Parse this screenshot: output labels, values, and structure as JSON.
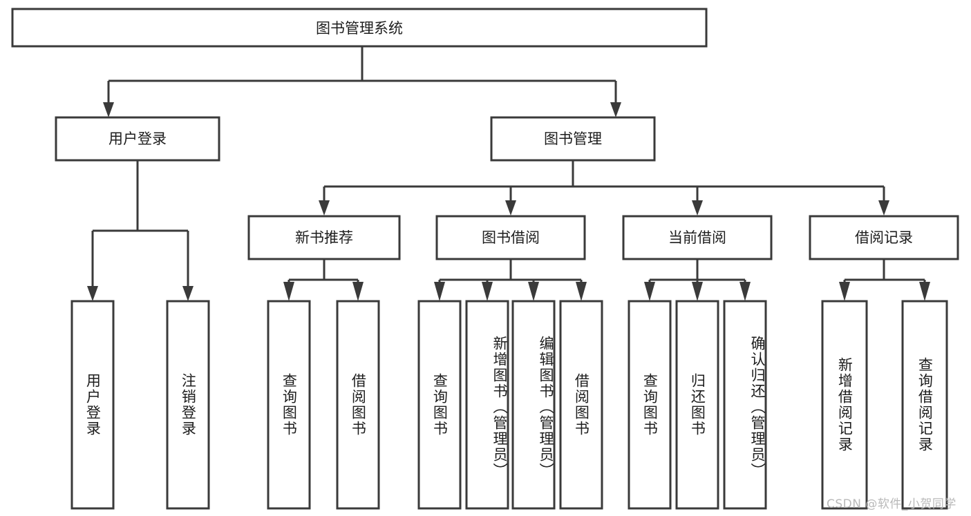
{
  "diagram": {
    "title": "图书管理系统",
    "type": "tree-hierarchy-chart",
    "colors": {
      "box_stroke": "#3a3a3a",
      "box_fill": "#ffffff",
      "text": "#1d1d1d",
      "connector": "#3a3a3a",
      "watermark": "#b9b9b9",
      "background": "#ffffff"
    },
    "root": {
      "label": "图书管理系统"
    },
    "level2": [
      {
        "label": "用户登录"
      },
      {
        "label": "图书管理"
      }
    ],
    "level3": [
      {
        "label": "新书推荐"
      },
      {
        "label": "图书借阅"
      },
      {
        "label": "当前借阅"
      },
      {
        "label": "借阅记录"
      }
    ],
    "leaves": {
      "user_login": [
        {
          "label": "用户登录"
        },
        {
          "label": "注销登录"
        }
      ],
      "new_book_recommend": [
        {
          "label": "查询图书"
        },
        {
          "label": "借阅图书"
        }
      ],
      "book_borrow": [
        {
          "label": "查询图书"
        },
        {
          "label": "新增图书（管理员）"
        },
        {
          "label": "编辑图书（管理员）"
        },
        {
          "label": "借阅图书"
        }
      ],
      "current_borrow": [
        {
          "label": "查询图书"
        },
        {
          "label": "归还图书"
        },
        {
          "label": "确认归还（管理员）"
        }
      ],
      "borrow_record": [
        {
          "label": "新增借阅记录"
        },
        {
          "label": "查询借阅记录"
        }
      ]
    }
  },
  "watermark": {
    "text": "CSDN @软件_小贺同学"
  }
}
